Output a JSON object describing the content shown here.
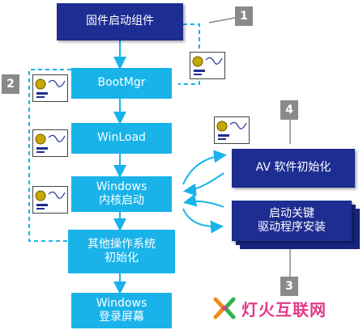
{
  "boxes": {
    "firmware": "固件启动组件",
    "bootmgr": "BootMgr",
    "winload": "WinLoad",
    "kernel_line1": "Windows",
    "kernel_line2": "内核启动",
    "other_line1": "其他操作系统",
    "other_line2": "初始化",
    "login_line1": "Windows",
    "login_line2": "登录屏幕",
    "av": "AV 软件初始化",
    "drivers_line1": "启动关键",
    "drivers_line2": "驱动程序安装"
  },
  "callouts": [
    "1",
    "2",
    "3",
    "4"
  ],
  "brand": {
    "text": "灯火互联网"
  },
  "colors": {
    "cyan": "#19b3ea",
    "navy": "#1d2d92",
    "callout_gray": "#8a8a8a",
    "brand_pink": "#e03a8a"
  },
  "icons": [
    "certificate-icon",
    "arrow-down-icon",
    "cycle-arrows-icon",
    "brand-x-logo-icon"
  ]
}
